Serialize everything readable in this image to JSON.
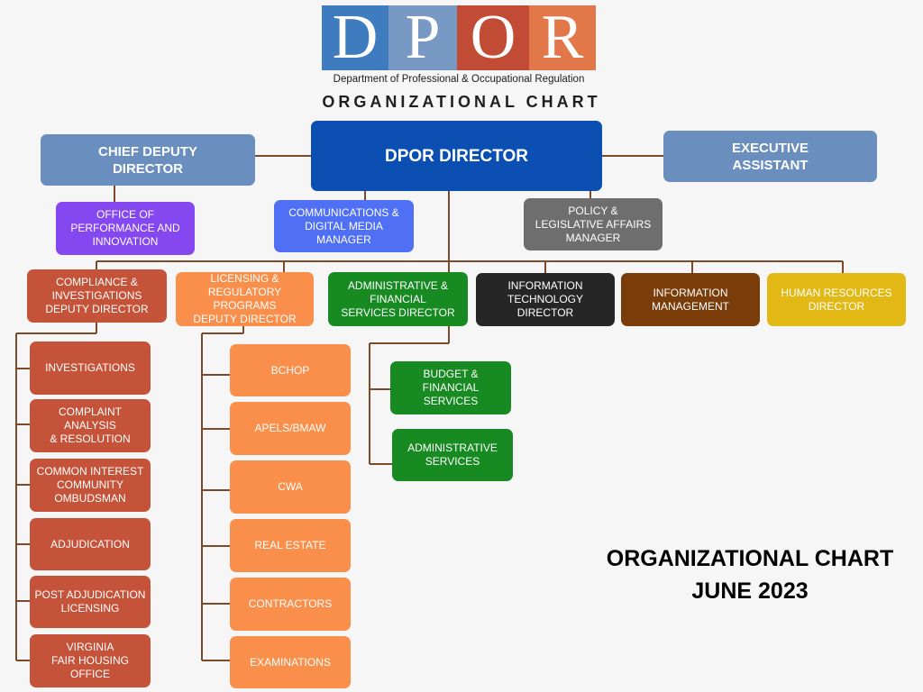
{
  "logo": {
    "letters": [
      "D",
      "P",
      "O",
      "R"
    ],
    "colors": [
      "#3f7bbf",
      "#7899c4",
      "#c24b36",
      "#e2784a"
    ],
    "subtitle": "Department of Professional & Occupational Regulation"
  },
  "heading": "ORGANIZATIONAL CHART",
  "nodes": {
    "director": "DPOR DIRECTOR",
    "chief_deputy": "CHIEF DEPUTY\nDIRECTOR",
    "executive_assistant": "EXECUTIVE\nASSISTANT",
    "performance": "OFFICE OF\nPERFORMANCE AND\nINNOVATION",
    "communications": "COMMUNICATIONS &\nDIGITAL MEDIA\nMANAGER",
    "policy": "POLICY &\nLEGISLATIVE AFFAIRS\nMANAGER",
    "compliance": "COMPLIANCE &\nINVESTIGATIONS\nDEPUTY DIRECTOR",
    "licensing": "LICENSING &\nREGULATORY\nPROGRAMS\nDEPUTY DIRECTOR",
    "administrative": "ADMINISTRATIVE &\nFINANCIAL\nSERVICES DIRECTOR",
    "it": "INFORMATION\nTECHNOLOGY\nDIRECTOR",
    "info_mgmt": "INFORMATION\nMANAGEMENT",
    "hr": "HUMAN RESOURCES\nDIRECTOR"
  },
  "compliance_units": [
    "INVESTIGATIONS",
    "COMPLAINT ANALYSIS\n&  RESOLUTION",
    "COMMON INTEREST\nCOMMUNITY\nOMBUDSMAN",
    "ADJUDICATION",
    "POST ADJUDICATION\nLICENSING",
    "VIRGINIA\nFAIR HOUSING\nOFFICE"
  ],
  "licensing_units": [
    "BCHOP",
    "APELS/BMAW",
    "CWA",
    "REAL ESTATE",
    "CONTRACTORS",
    "EXAMINATIONS"
  ],
  "admin_units": [
    "BUDGET &\nFINANCIAL\nSERVICES",
    "ADMINISTRATIVE\nSERVICES"
  ],
  "chart_date": "ORGANIZATIONAL CHART\nJUNE 2023",
  "colors": {
    "director": "#0a4fb1",
    "top_support": "#6a8ebd",
    "performance": "#8447f0",
    "communications": "#4f6ff4",
    "policy": "#6e6e6e",
    "compliance": "#c55339",
    "licensing": "#f98f4a",
    "administrative": "#178a21",
    "it": "#262626",
    "info_mgmt": "#7a3c09",
    "hr": "#e2b815",
    "connector": "#7a4a2a"
  }
}
